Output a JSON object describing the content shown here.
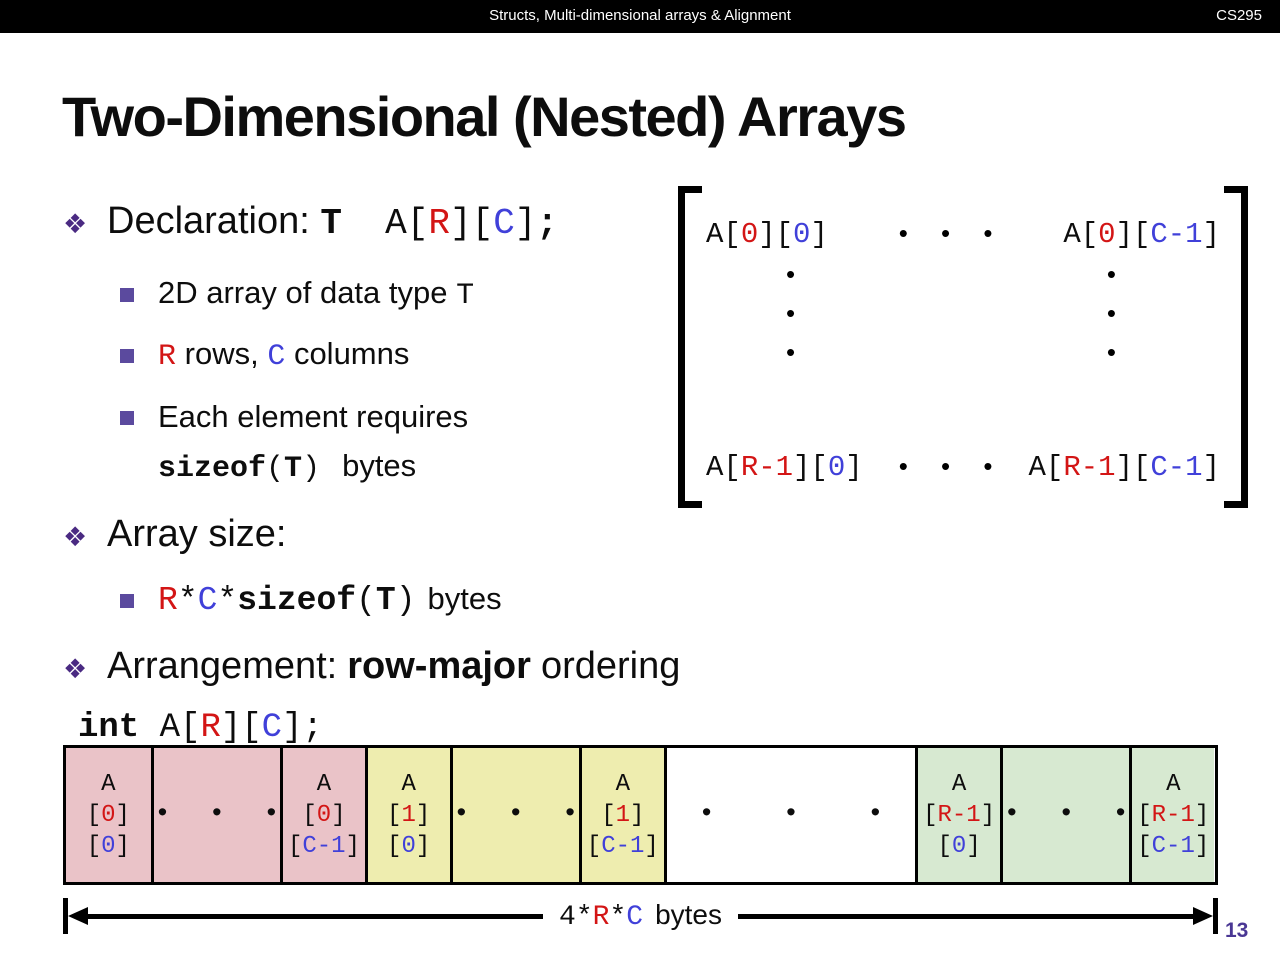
{
  "topbar": {
    "title": "Structs, Multi-dimensional arrays & Alignment",
    "course": "CS295"
  },
  "slide": {
    "title": "Two-Dimensional (Nested) Arrays",
    "page": "13"
  },
  "colors": {
    "accent_red": "#d31515",
    "accent_blue": "#4040d9",
    "bullet_purple": "#4a2a82",
    "sub_bullet_purple": "#5b4a9e",
    "page_purple": "#4a3794",
    "cell_pink": "#eac3c8",
    "cell_yellow": "#eeedaf",
    "cell_green": "#d7e9d1",
    "topbar_black": "#000000"
  },
  "symbols": {
    "lb": "[",
    "rb": "]",
    "hdots": "• • •",
    "dot": "•"
  },
  "bullets": {
    "declaration": {
      "label": "Declaration: ",
      "type": "T",
      "pre": "  A[",
      "row": "R",
      "mid": "][",
      "col": "C",
      "post": "]",
      "semi": ";"
    },
    "sub_2d": {
      "text": "2D array of data type ",
      "code": "T"
    },
    "sub_rows": {
      "r": "R",
      "t1": " rows, ",
      "c": "C",
      "t2": " columns"
    },
    "sub_elem": {
      "line1": "Each element requires",
      "sizeof": "sizeof",
      "lp": "(",
      "t": "T",
      "rp": ")",
      "bytes": "bytes"
    },
    "array_size": {
      "label": "Array size:"
    },
    "sub_size": {
      "r": "R",
      "s1": "*",
      "c": "C",
      "s2": "*",
      "sizeof": "sizeof",
      "lp": "(",
      "t": "T",
      "rp": ")",
      "bytes": "bytes"
    },
    "arrangement": {
      "label": "Arrangement:",
      "bold": "row-major",
      "post": "ordering"
    }
  },
  "code_line": {
    "kw": "int",
    "pre": " A[",
    "row": "R",
    "mid": "][",
    "col": "C",
    "post": "];"
  },
  "matrix": {
    "top_left": {
      "pre": "A[",
      "row": "0",
      "mid": "][",
      "col": "0",
      "post": "]"
    },
    "top_right": {
      "pre": "A[",
      "row": "0",
      "mid": "][",
      "col": "C-1",
      "post": "]"
    },
    "bottom_left": {
      "pre": "A[",
      "row": "R-1",
      "mid": "][",
      "col": "0",
      "post": "]"
    },
    "bottom_right": {
      "pre": "A[",
      "row": "R-1",
      "mid": "][",
      "col": "C-1",
      "post": "]"
    }
  },
  "memory": {
    "cells": [
      {
        "label": "A",
        "row": "0",
        "col": "0",
        "bg": "#eac3c8"
      },
      {
        "dots": "• • •",
        "bg": "#eac3c8"
      },
      {
        "label": "A",
        "row": "0",
        "col": "C-1",
        "bg": "#eac3c8"
      },
      {
        "label": "A",
        "row": "1",
        "col": "0",
        "bg": "#eeedaf"
      },
      {
        "dots": "• • •",
        "bg": "#eeedaf"
      },
      {
        "label": "A",
        "row": "1",
        "col": "C-1",
        "bg": "#eeedaf"
      },
      {
        "dots": "• • •",
        "bg": "#ffffff"
      },
      {
        "label": "A",
        "row": "R-1",
        "col": "0",
        "bg": "#d7e9d1"
      },
      {
        "dots": "• • •",
        "bg": "#d7e9d1"
      },
      {
        "label": "A",
        "row": "R-1",
        "col": "C-1",
        "bg": "#d7e9d1"
      }
    ],
    "arrow_label": {
      "pre": "4*",
      "r": "R",
      "s": "*",
      "c": "C",
      "bytes": "bytes"
    }
  }
}
